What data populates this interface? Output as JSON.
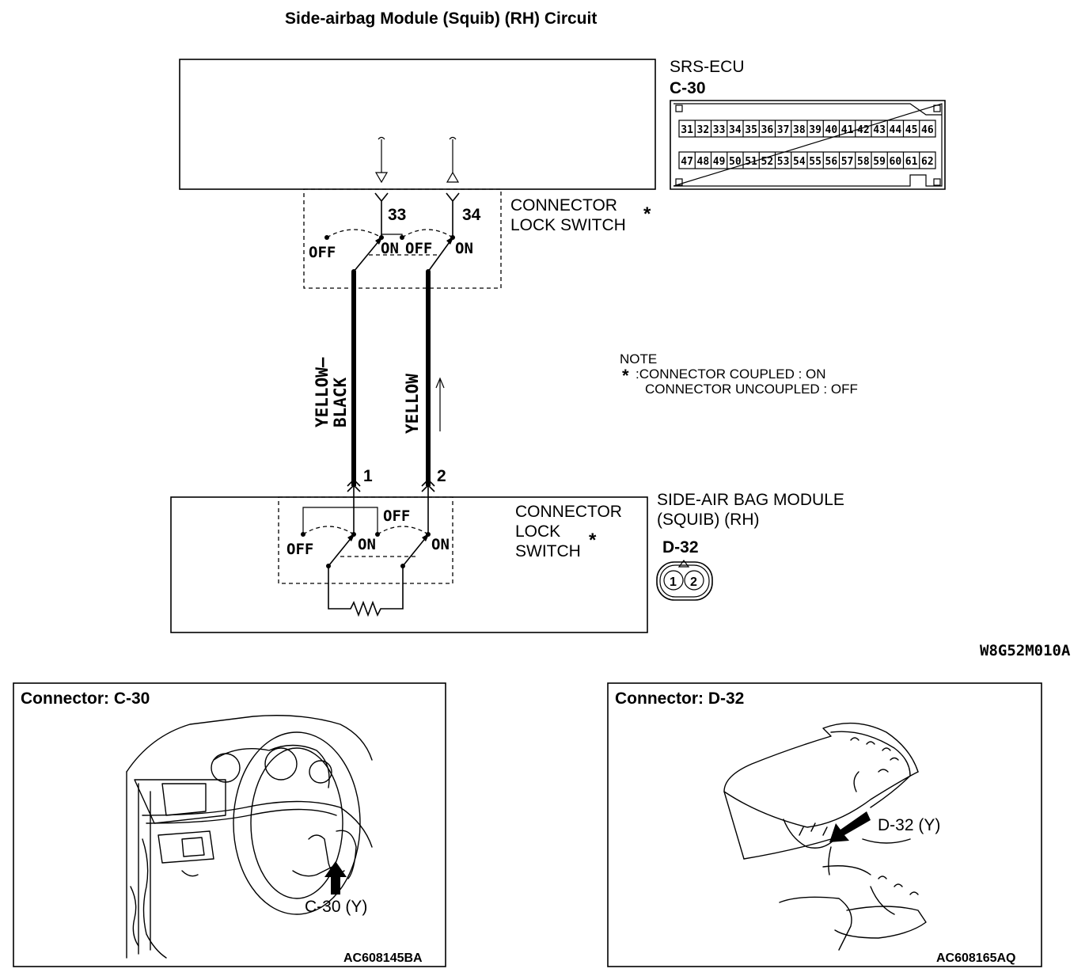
{
  "title": "Side-airbag Module (Squib) (RH) Circuit",
  "ecu": {
    "name": "SRS-ECU",
    "connector_id": "C-30",
    "pins_top": [
      "31",
      "32",
      "33",
      "34",
      "35",
      "36",
      "37",
      "38",
      "39",
      "40",
      "41",
      "42",
      "43",
      "44",
      "45",
      "46"
    ],
    "pins_bottom": [
      "47",
      "48",
      "49",
      "50",
      "51",
      "52",
      "53",
      "54",
      "55",
      "56",
      "57",
      "58",
      "59",
      "60",
      "61",
      "62"
    ]
  },
  "ecu_switch": {
    "label_line1": "CONNECTOR",
    "label_line2": "LOCK SWITCH",
    "asterisk": "*",
    "pin_a": "33",
    "pin_b": "34",
    "off_label": "OFF",
    "on_label": "ON"
  },
  "wires": {
    "wire1_color_line1": "YELLOW–",
    "wire1_color_line2": "BLACK",
    "wire2_color": "YELLOW",
    "pin1": "1",
    "pin2": "2"
  },
  "note": {
    "heading": "NOTE",
    "asterisk": "*",
    "line1": ":CONNECTOR COUPLED : ON",
    "line2": "CONNECTOR UNCOUPLED : OFF"
  },
  "module": {
    "name_line1": "SIDE-AIR BAG MODULE",
    "name_line2": "(SQUIB) (RH)",
    "connector_id": "D-32",
    "pin1": "1",
    "pin2": "2",
    "switch_line1": "CONNECTOR",
    "switch_line2": "LOCK",
    "switch_line3": "SWITCH",
    "asterisk": "*",
    "off_label": "OFF",
    "on_label": "ON"
  },
  "diagram_code": "W8G52M010A",
  "panels": {
    "left": {
      "title": "Connector: C-30",
      "callout": "C-30 (Y)",
      "code": "AC608145BA"
    },
    "right": {
      "title": "Connector: D-32",
      "callout": "D-32 (Y)",
      "code": "AC608165AQ"
    }
  }
}
